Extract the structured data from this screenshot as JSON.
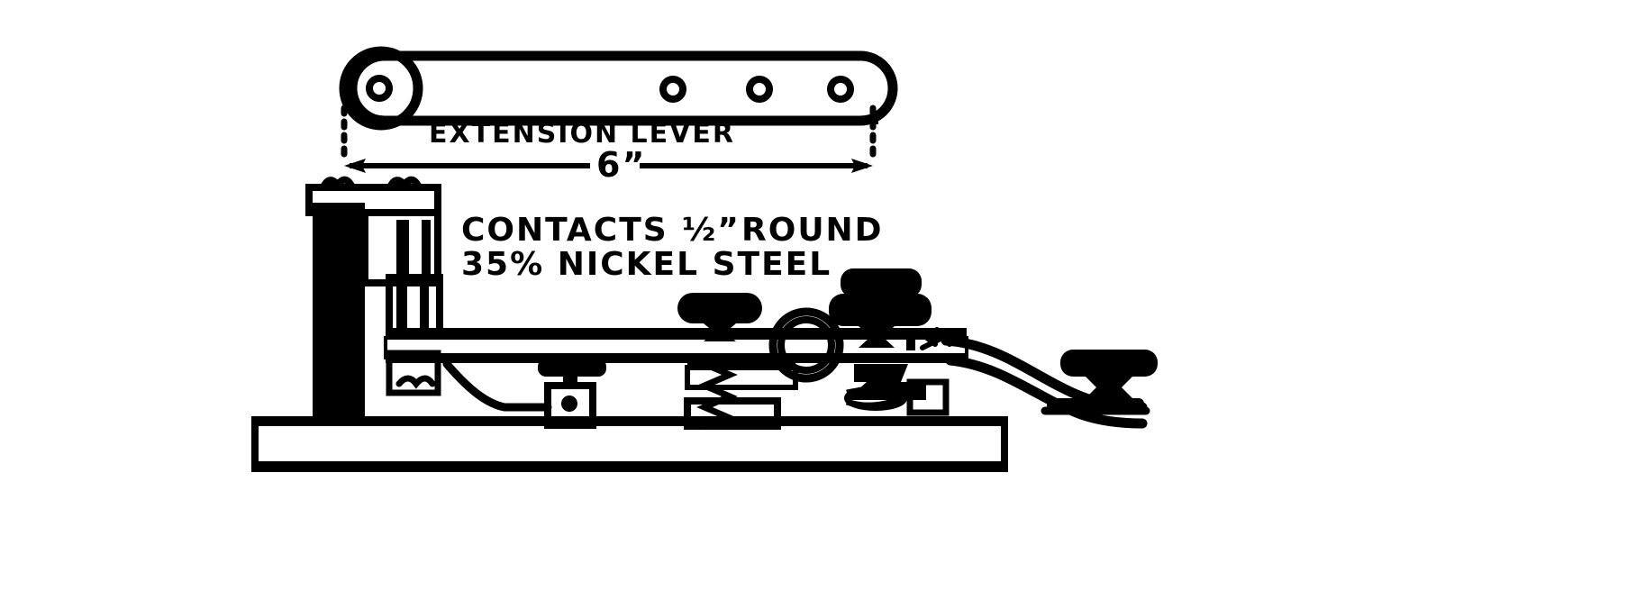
{
  "figure": {
    "title": "Telegraph key with extension lever — technical line drawing",
    "ink_color": "#000000",
    "background_color": "#ffffff",
    "labels": {
      "extension_lever": "EXTENSION LEVER",
      "dimension_length": "6”",
      "contacts_line1_a": "CONTACTS",
      "contacts_line1_fraction": "½”",
      "contacts_line1_b": "ROUND",
      "contacts_line2": "35% NICKEL STEEL"
    },
    "parts": [
      {
        "name": "extension-lever",
        "label": "EXTENSION LEVER"
      },
      {
        "name": "pivot-hole",
        "label": "pivot hole"
      },
      {
        "name": "adjust-hole-1",
        "label": "adjustment hole"
      },
      {
        "name": "adjust-hole-2",
        "label": "adjustment hole"
      },
      {
        "name": "adjust-hole-3",
        "label": "adjustment hole"
      },
      {
        "name": "dimension-6in",
        "label": "6”"
      },
      {
        "name": "left-post",
        "label": "left terminal post"
      },
      {
        "name": "terminal-screw-left",
        "label": "terminal screw"
      },
      {
        "name": "terminal-screw-right",
        "label": "terminal screw"
      },
      {
        "name": "key-lever-bar",
        "label": "key lever bar"
      },
      {
        "name": "trunnion-pivot",
        "label": "trunnion pivot"
      },
      {
        "name": "spring-tension-screw",
        "label": "spring tension screw"
      },
      {
        "name": "knurled-thumbnut-left",
        "label": "knurled thumb nut"
      },
      {
        "name": "knurled-thumbnut-right",
        "label": "knurled thumb nut"
      },
      {
        "name": "contact-adjust-screw",
        "label": "contact adjusting screw"
      },
      {
        "name": "circuit-closer",
        "label": "circuit closer"
      },
      {
        "name": "finger-knob",
        "label": "finger knob"
      },
      {
        "name": "base-plate",
        "label": "base plate"
      }
    ]
  }
}
